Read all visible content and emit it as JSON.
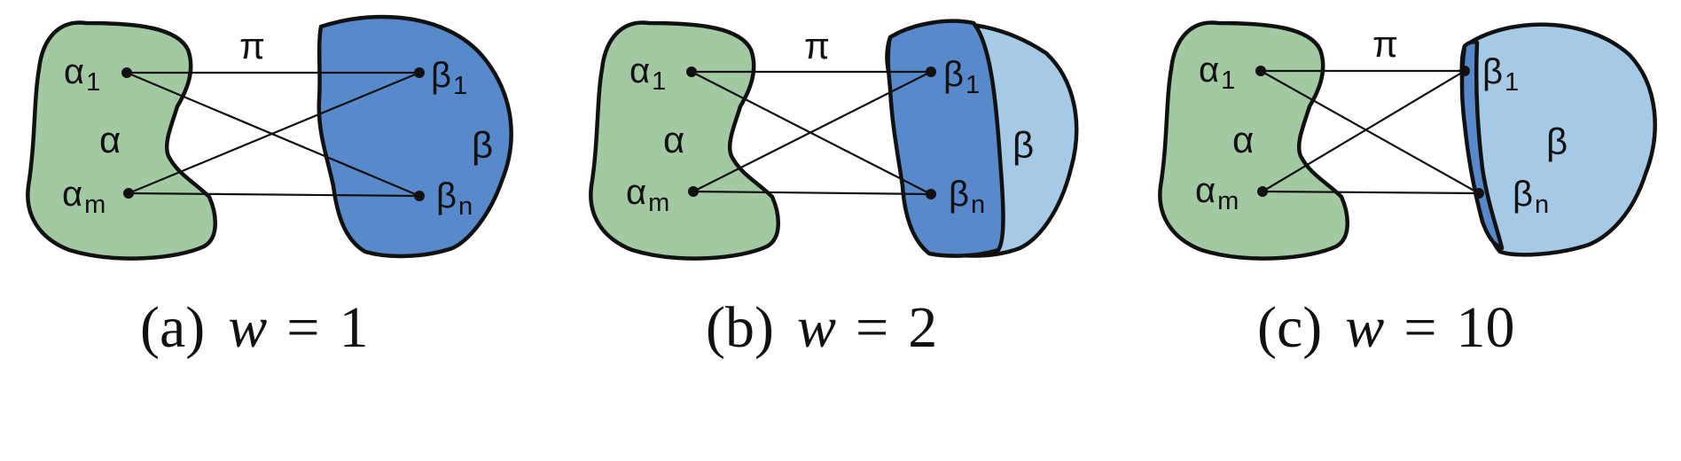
{
  "colors": {
    "alpha_fill": "#a2c9a1",
    "beta_dark": "#5889cb",
    "beta_light": "#a6cae6",
    "stroke": "#111111"
  },
  "panels": [
    {
      "caption": {
        "prefix": "(a)",
        "var": "w",
        "eq": "=",
        "value": "1"
      },
      "pi": "π",
      "alpha": {
        "set": "α",
        "a1": "α",
        "a1_sub": "1",
        "am": "α",
        "am_sub": "m"
      },
      "beta": {
        "set": "β",
        "b1": "β",
        "b1_sub": "1",
        "bn": "β",
        "bn_sub": "n"
      }
    },
    {
      "caption": {
        "prefix": "(b)",
        "var": "w",
        "eq": "=",
        "value": "2"
      },
      "pi": "π",
      "alpha": {
        "set": "α",
        "a1": "α",
        "a1_sub": "1",
        "am": "α",
        "am_sub": "m"
      },
      "beta": {
        "set": "β",
        "b1": "β",
        "b1_sub": "1",
        "bn": "β",
        "bn_sub": "n"
      }
    },
    {
      "caption": {
        "prefix": "(c)",
        "var": "w",
        "eq": "=",
        "value": "10"
      },
      "pi": "π",
      "alpha": {
        "set": "α",
        "a1": "α",
        "a1_sub": "1",
        "am": "α",
        "am_sub": "m"
      },
      "beta": {
        "set": "β",
        "b1": "β",
        "b1_sub": "1",
        "bn": "β",
        "bn_sub": "n"
      }
    }
  ]
}
